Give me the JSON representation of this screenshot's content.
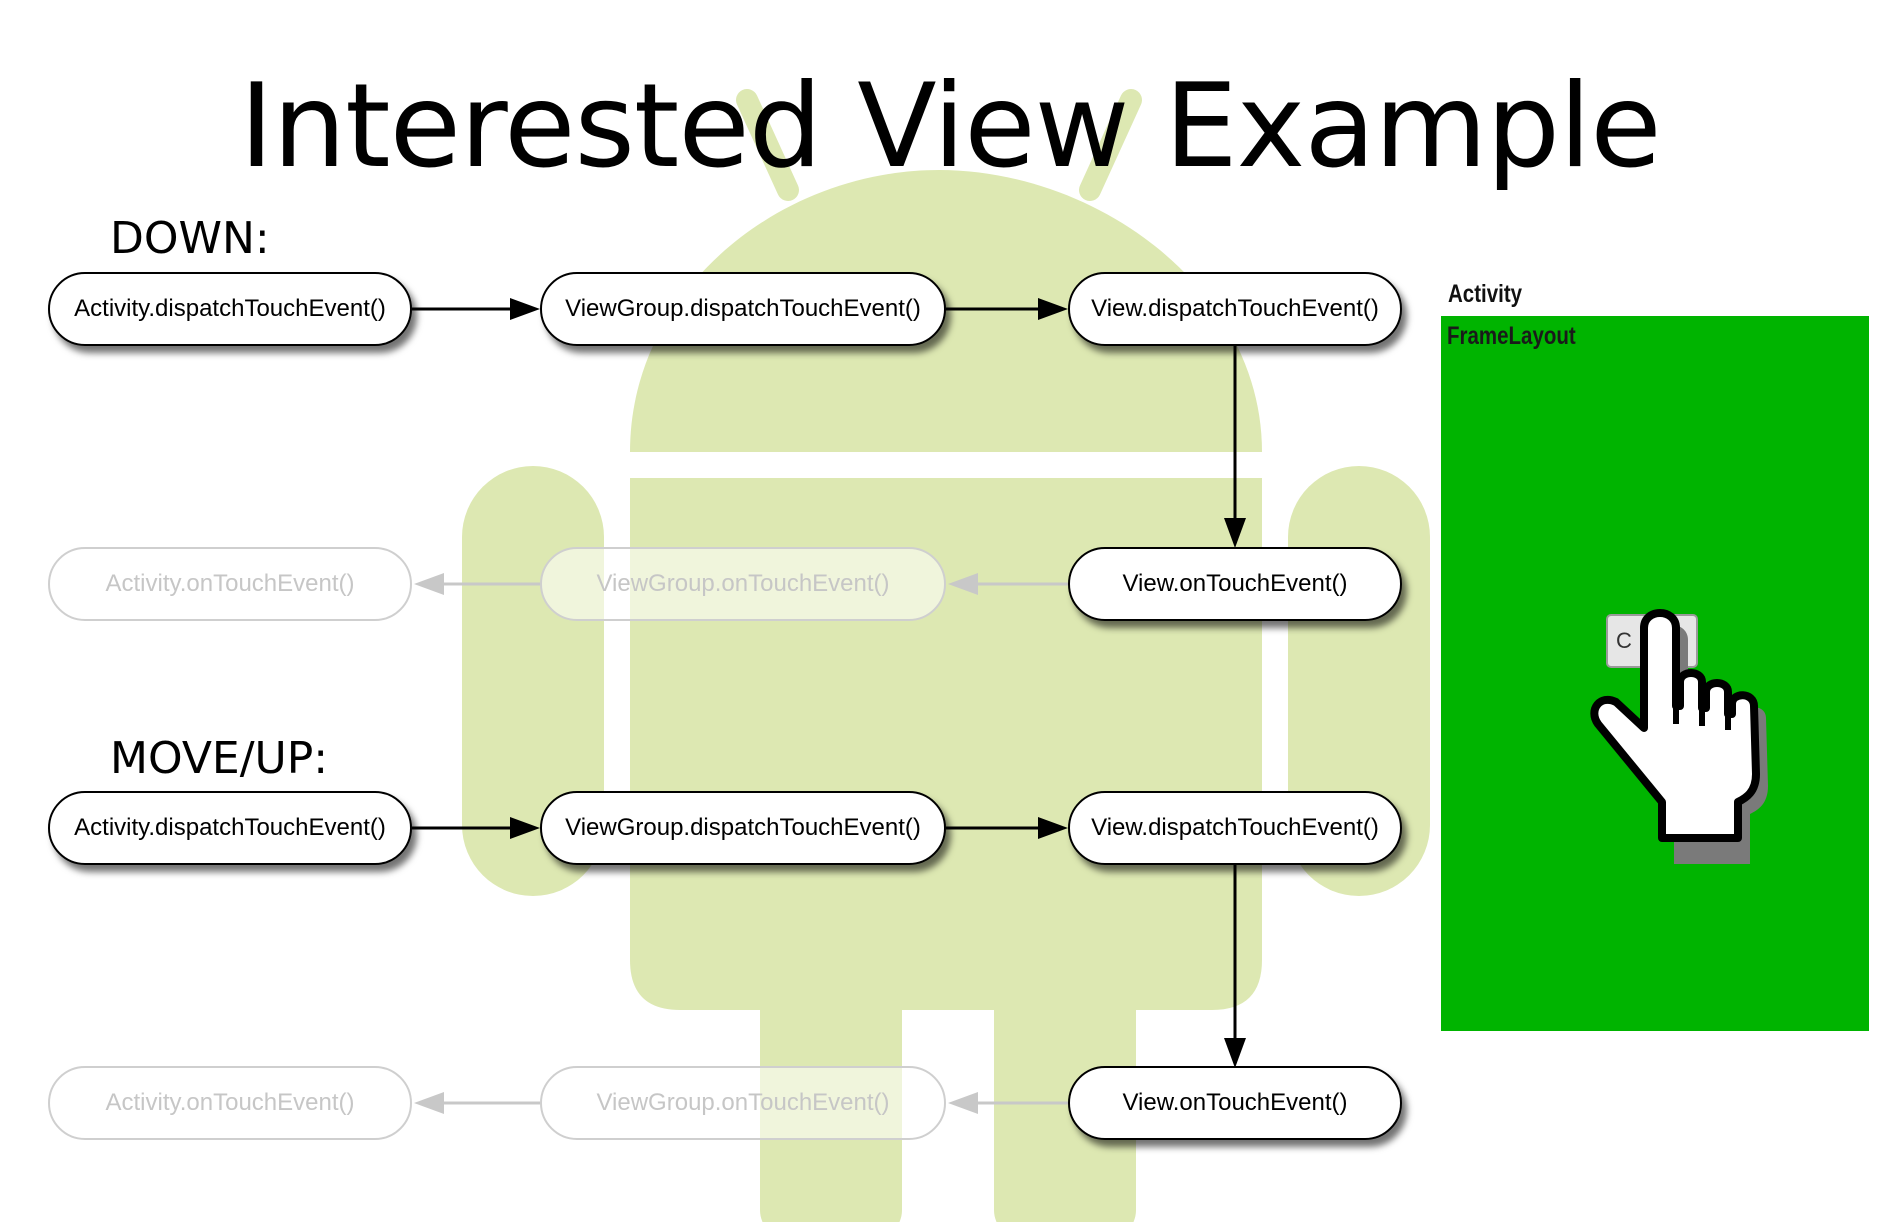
{
  "slide": {
    "title": "Interested View Example",
    "sections": {
      "down_label": "DOWN:",
      "move_up_label": "MOVE/UP:"
    }
  },
  "diagram": {
    "down": {
      "dispatch": [
        "Activity.dispatchTouchEvent()",
        "ViewGroup.dispatchTouchEvent()",
        "View.dispatchTouchEvent()"
      ],
      "on_touch": [
        "Activity.onTouchEvent()",
        "ViewGroup.onTouchEvent()",
        "View.onTouchEvent()"
      ]
    },
    "move_up": {
      "dispatch": [
        "Activity.dispatchTouchEvent()",
        "ViewGroup.dispatchTouchEvent()",
        "View.dispatchTouchEvent()"
      ],
      "on_touch": [
        "Activity.onTouchEvent()",
        "ViewGroup.onTouchEvent()",
        "View.onTouchEvent()"
      ]
    }
  },
  "phone_mockup": {
    "activity_label": "Activity",
    "framelayout_label": "FrameLayout",
    "button_text": "C",
    "background_color": "#00b400"
  },
  "colors": {
    "active_border": "#000000",
    "faded_text": "#c6c6c6",
    "android_watermark": "#dde8b2"
  },
  "icons": {
    "watermark": "android-robot-icon",
    "pointer": "pointing-hand-icon"
  }
}
